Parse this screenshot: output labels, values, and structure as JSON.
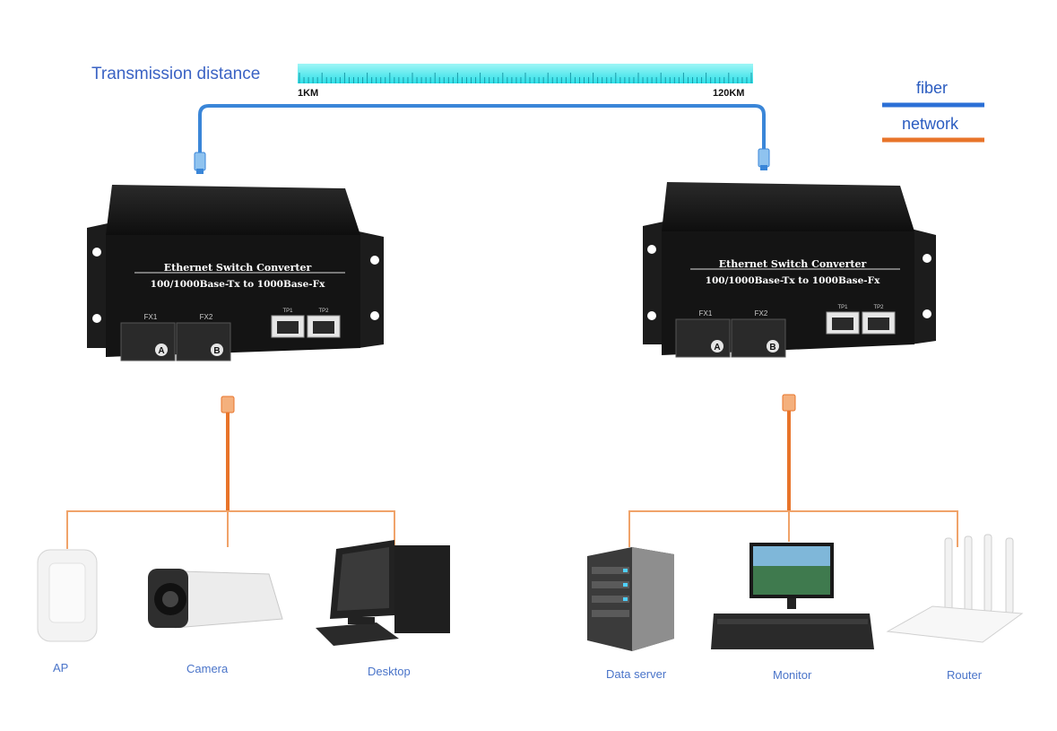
{
  "header": {
    "title": "Transmission distance"
  },
  "ruler": {
    "start_label": "1KM",
    "end_label": "120KM"
  },
  "legend": {
    "fiber_label": "fiber",
    "network_label": "network",
    "fiber_color": "#2a6fd6",
    "network_color": "#e8742a"
  },
  "converters": [
    {
      "line1": "Ethernet  Switch Converter",
      "line2": "100/1000Base-Tx to 1000Base-Fx",
      "fx1": "FX1",
      "fx2": "FX2",
      "tp1": "TP1",
      "tp2": "TP2",
      "a": "A",
      "b": "B"
    },
    {
      "line1": "Ethernet  Switch Converter",
      "line2": "100/1000Base-Tx to 1000Base-Fx",
      "fx1": "FX1",
      "fx2": "FX2",
      "tp1": "TP1",
      "tp2": "TP2",
      "a": "A",
      "b": "B"
    }
  ],
  "devices": {
    "left": [
      "AP",
      "Camera",
      "Desktop"
    ],
    "right": [
      "Data server",
      "Monitor",
      "Router"
    ]
  }
}
